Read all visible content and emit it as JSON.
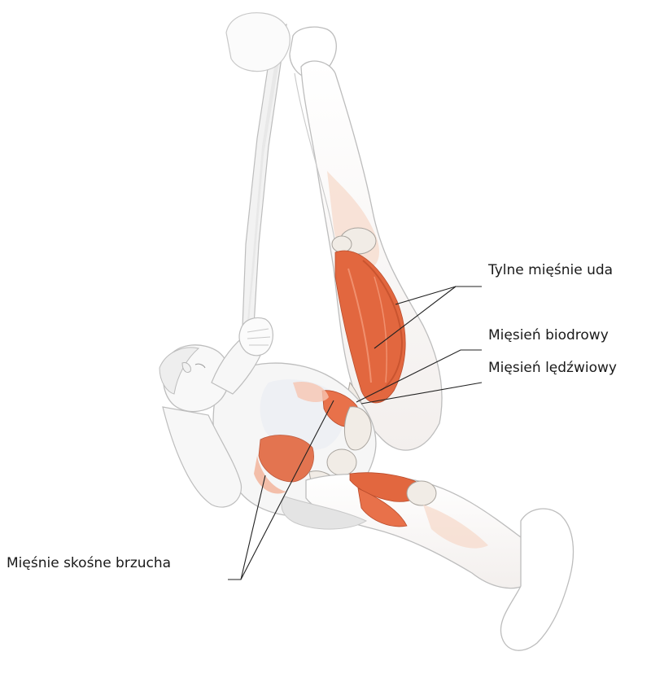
{
  "labels": {
    "hamstrings": "Tylne mięśnie uda",
    "iliacus": "Mięsień biodrowy",
    "psoas": "Mięsień lędźwiowy",
    "obliques": "Mięśnie skośne brzucha"
  },
  "colors": {
    "outline": "#b9b9b9",
    "skin": "#f4f4f4",
    "muscle": "#e2673f",
    "muscle_light": "#f2b096",
    "bone": "#f1ece6",
    "bone_outline": "#a8a39d",
    "leader": "#222222"
  }
}
